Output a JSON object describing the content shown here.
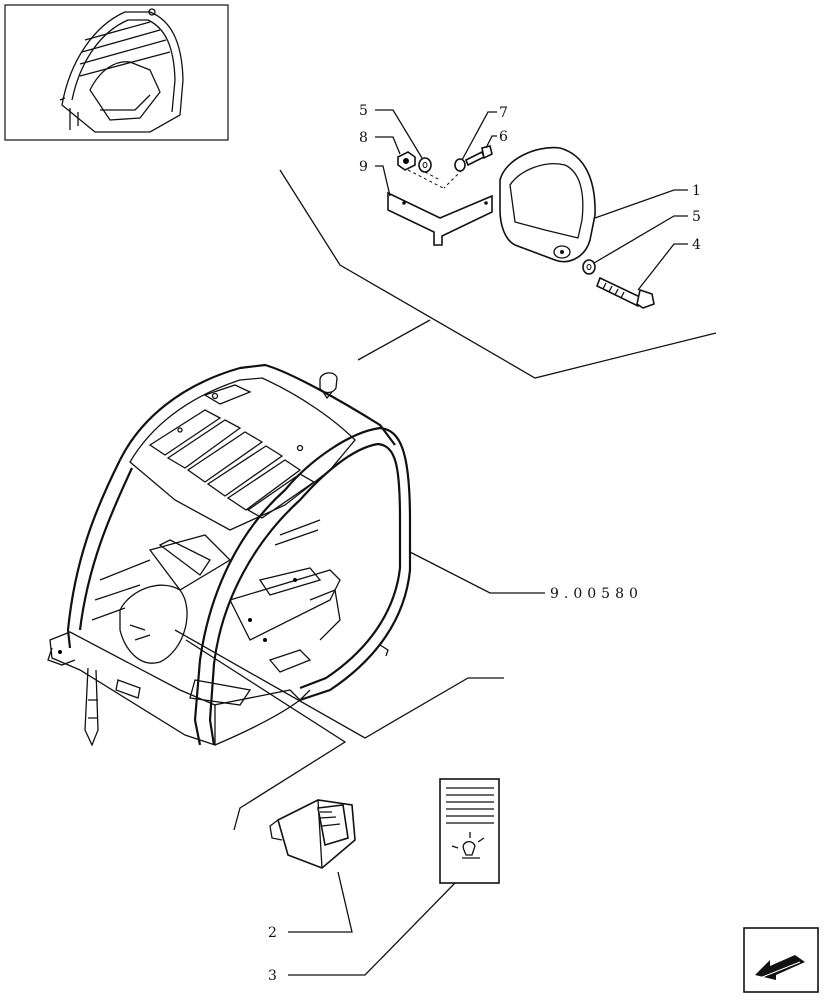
{
  "diagram": {
    "callouts": [
      {
        "id": "c5a",
        "text": "5"
      },
      {
        "id": "c8",
        "text": "8"
      },
      {
        "id": "c9",
        "text": "9"
      },
      {
        "id": "c7",
        "text": "7"
      },
      {
        "id": "c6",
        "text": "6"
      },
      {
        "id": "c1",
        "text": "1"
      },
      {
        "id": "c5b",
        "text": "5"
      },
      {
        "id": "c4",
        "text": "4"
      },
      {
        "id": "c2",
        "text": "2"
      },
      {
        "id": "c3",
        "text": "3"
      }
    ],
    "reference": "9.00580"
  }
}
